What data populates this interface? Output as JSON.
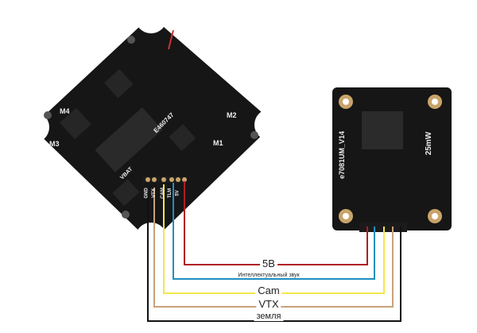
{
  "wire_labels": {
    "power": "5B",
    "smart_audio": "Интеллектуальный звук",
    "camera": "Cam",
    "vtx": "VTX",
    "ground": "земля"
  },
  "flight_controller": {
    "motor_labels": [
      "M1",
      "M2",
      "M3",
      "M4"
    ],
    "pad_labels": [
      "VBAT",
      "GND",
      "VTX",
      "CAM",
      "TLM",
      "5V"
    ],
    "chip_marking": "E460747"
  },
  "vtx_board": {
    "model": "e7081UM_V14",
    "power": "25mW"
  },
  "colors": {
    "power": "#b01e23",
    "smart_audio": "#1f8fc4",
    "camera": "#f1e84a",
    "vtx": "#c8a27a",
    "ground": "#111111",
    "board": "#161616"
  }
}
